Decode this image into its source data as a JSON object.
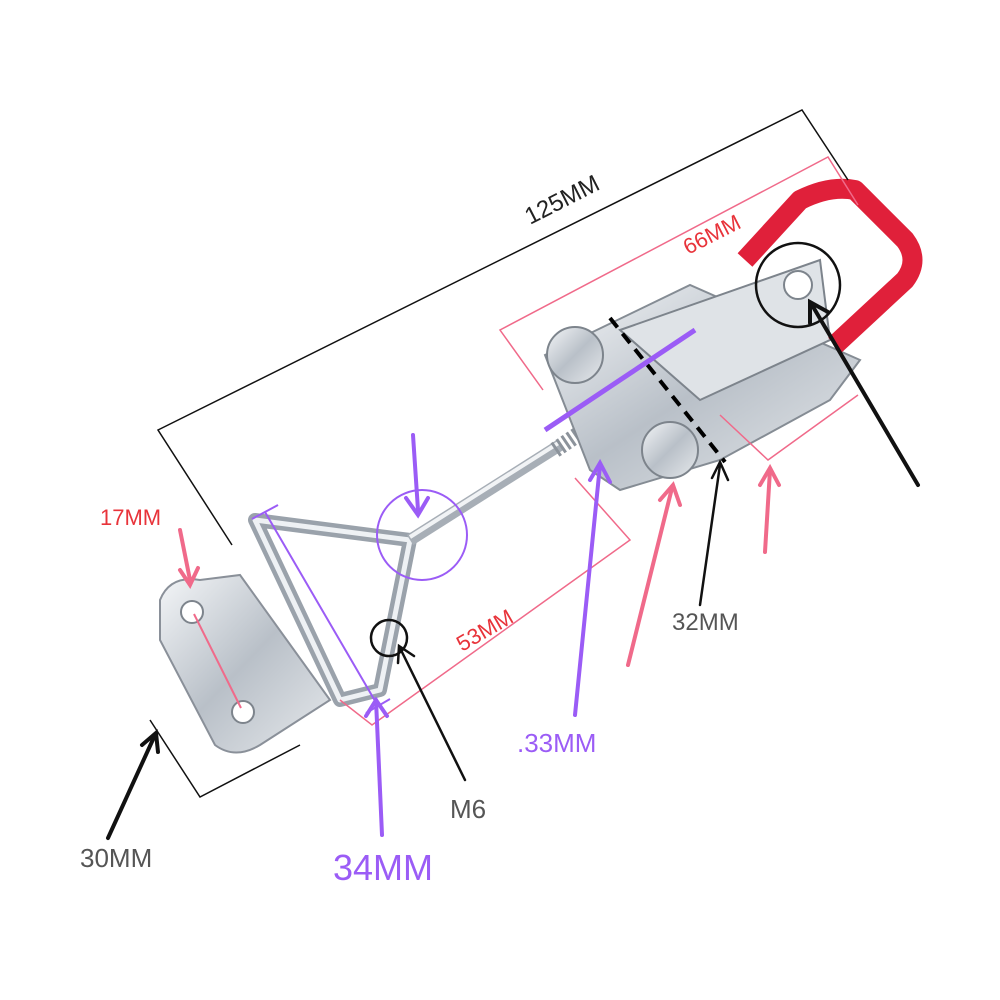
{
  "dimensions": {
    "overall_length": "125MM",
    "body_length": "66MM",
    "hole_spacing": "17MM",
    "loop_length": "53MM",
    "body_width": "32MM",
    "thread_length": ".33MM",
    "thread_size": "M6",
    "loop_width": "34MM",
    "plate_width": "30MM"
  },
  "colors": {
    "red_label": "#e8333a",
    "pink_line": "#f06a8a",
    "purple": "#9b5cf6",
    "gray_label": "#555555",
    "handle_red": "#e0203a"
  }
}
